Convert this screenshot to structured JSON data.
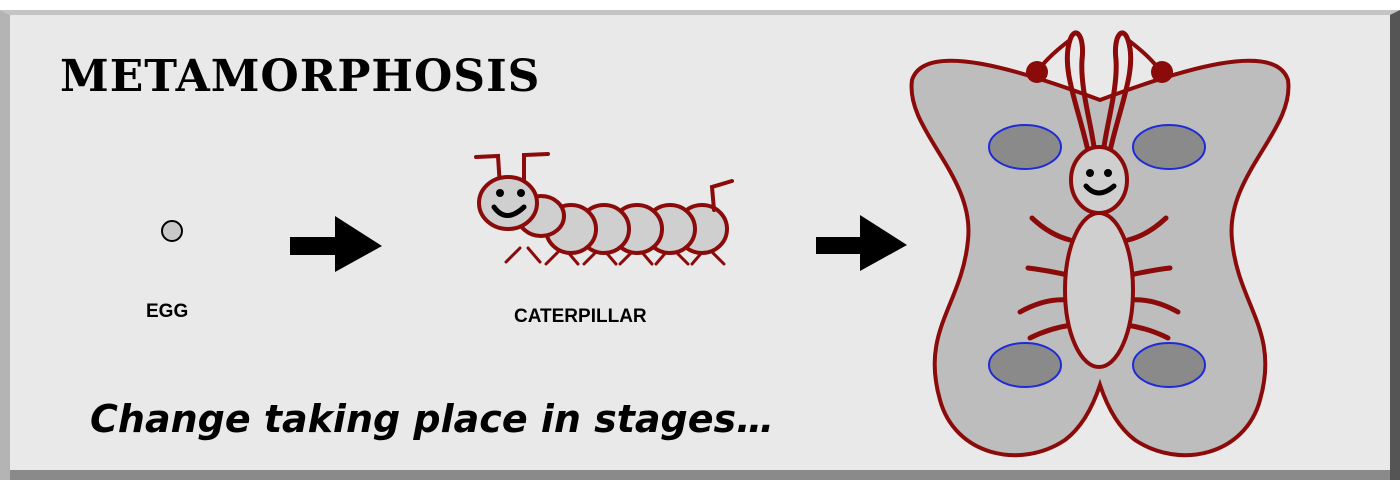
{
  "title": "METAMORPHOSIS",
  "stages": [
    {
      "label": "EGG"
    },
    {
      "label": "CATERPILLAR"
    }
  ],
  "caption": "Change taking place in stages…",
  "colors": {
    "slide_fill": "#e9e9e9",
    "bevel_light": "#c4c4c4",
    "bevel_dark": "#555555",
    "outline": "#8b0a0a",
    "body_fill": "#cfcfcf",
    "wing_fill": "#bdbdbd",
    "wing_spot_fill": "#8a8a8a",
    "wing_spot_stroke": "#1f2bd6",
    "arrow": "#000000"
  },
  "icons": [
    "egg-icon",
    "arrow-right-icon",
    "caterpillar-icon",
    "butterfly-icon"
  ]
}
